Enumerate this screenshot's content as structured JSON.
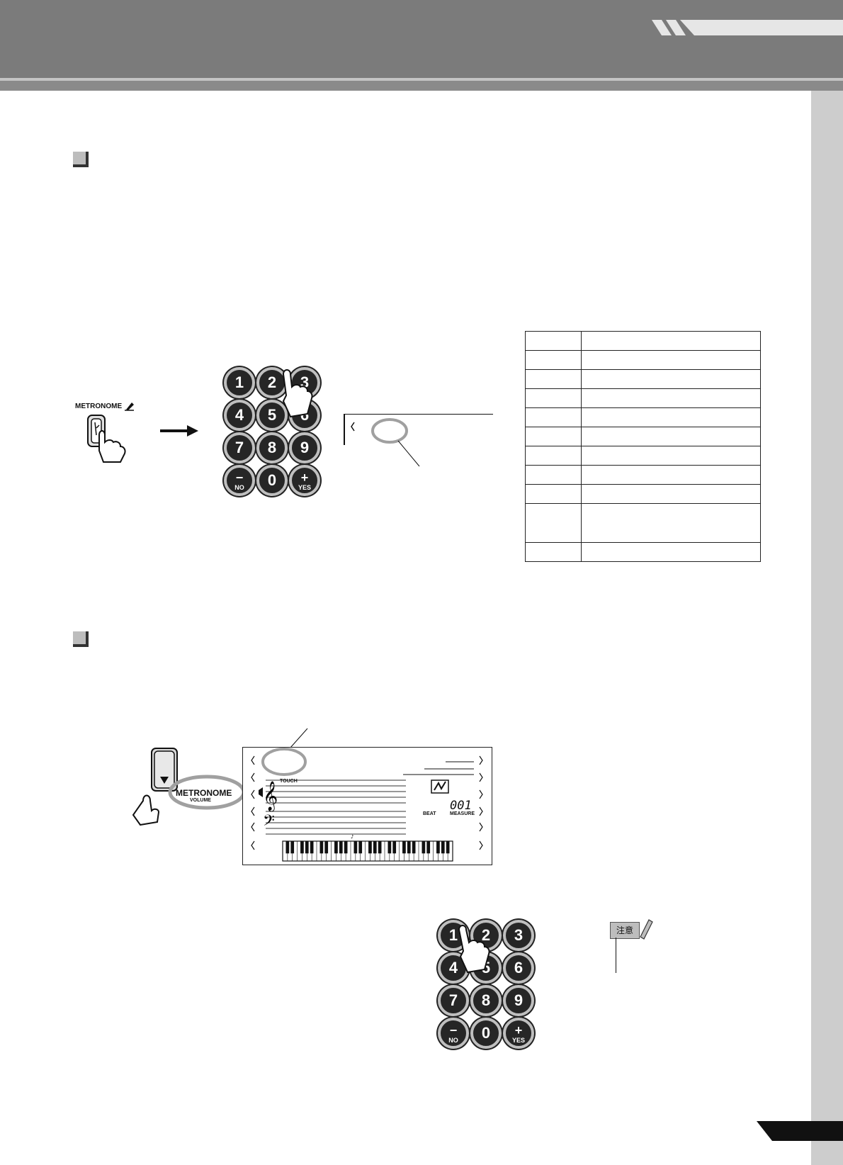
{
  "header": {},
  "keypad": {
    "keys": [
      "1",
      "2",
      "3",
      "4",
      "5",
      "6",
      "7",
      "8",
      "9",
      "NO",
      "0",
      "YES"
    ]
  },
  "step1": {
    "button_label": "METRONOME"
  },
  "table": {
    "rows": [
      [
        "",
        ""
      ],
      [
        "",
        ""
      ],
      [
        "",
        ""
      ],
      [
        "",
        ""
      ],
      [
        "",
        ""
      ],
      [
        "",
        ""
      ],
      [
        "",
        ""
      ],
      [
        "",
        ""
      ],
      [
        "",
        ""
      ],
      [
        "",
        ""
      ],
      [
        "",
        ""
      ]
    ]
  },
  "step2": {
    "button_label": "METRONOME",
    "button_sublabel": "VOLUME",
    "lcd": {
      "touch_label": "TOUCH",
      "beat_label": "BEAT",
      "measure_label": "MEASURE",
      "measure_value": "001"
    }
  },
  "note": {
    "tag_label": "注意"
  }
}
